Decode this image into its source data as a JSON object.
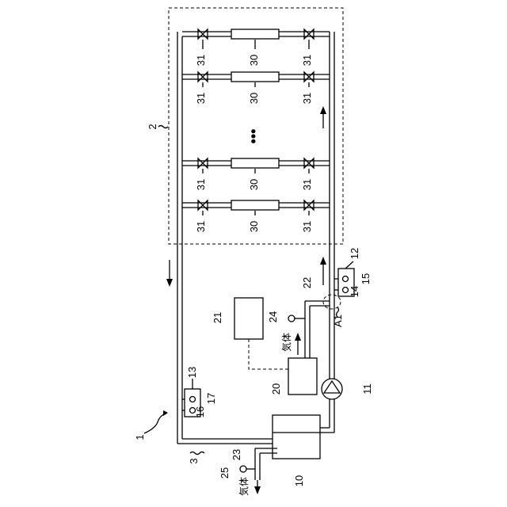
{
  "labels": {
    "system": "1",
    "storage_unit": "2",
    "pipe_main": "3",
    "tank": "10",
    "pump": "11",
    "sensor_unit_a": "12",
    "sensor_unit_b": "13",
    "sensor_a_left": "14",
    "sensor_a_right": "15",
    "sensor_b_left": "16",
    "sensor_b_right": "17",
    "device_20": "20",
    "device_21": "21",
    "pipe_22": "22",
    "pipe_23": "23",
    "valve_24": "24",
    "valve_25": "25",
    "point_a1": "A1",
    "module": "30",
    "valve": "31",
    "gas_top": "気体",
    "gas_bottom": "気体",
    "ellipsis": "•••"
  }
}
